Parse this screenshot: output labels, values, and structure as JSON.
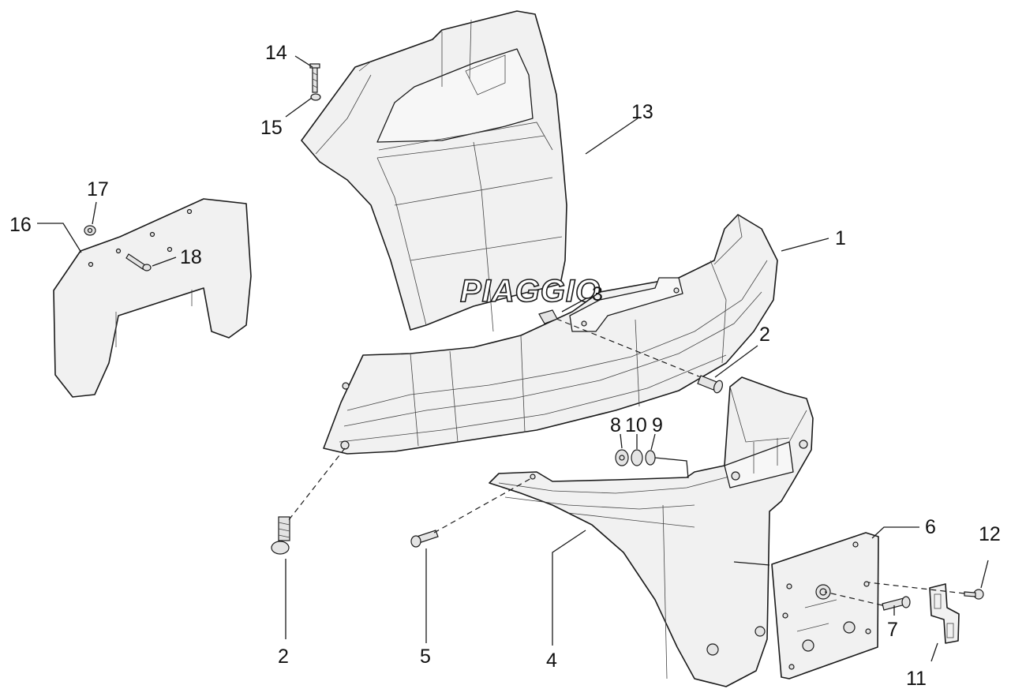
{
  "brand_text": "PIAGGIO",
  "callouts": [
    {
      "id": "c1",
      "text": "1"
    },
    {
      "id": "c2a",
      "text": "2"
    },
    {
      "id": "c2b",
      "text": "2"
    },
    {
      "id": "c3",
      "text": "3"
    },
    {
      "id": "c4",
      "text": "4"
    },
    {
      "id": "c5",
      "text": "5"
    },
    {
      "id": "c6",
      "text": "6"
    },
    {
      "id": "c7",
      "text": "7"
    },
    {
      "id": "c8",
      "text": "8"
    },
    {
      "id": "c9",
      "text": "9"
    },
    {
      "id": "c10",
      "text": "10"
    },
    {
      "id": "c11",
      "text": "11"
    },
    {
      "id": "c12",
      "text": "12"
    },
    {
      "id": "c13",
      "text": "13"
    },
    {
      "id": "c14",
      "text": "14"
    },
    {
      "id": "c15",
      "text": "15"
    },
    {
      "id": "c16",
      "text": "16"
    },
    {
      "id": "c17",
      "text": "17"
    },
    {
      "id": "c18",
      "text": "18"
    }
  ]
}
